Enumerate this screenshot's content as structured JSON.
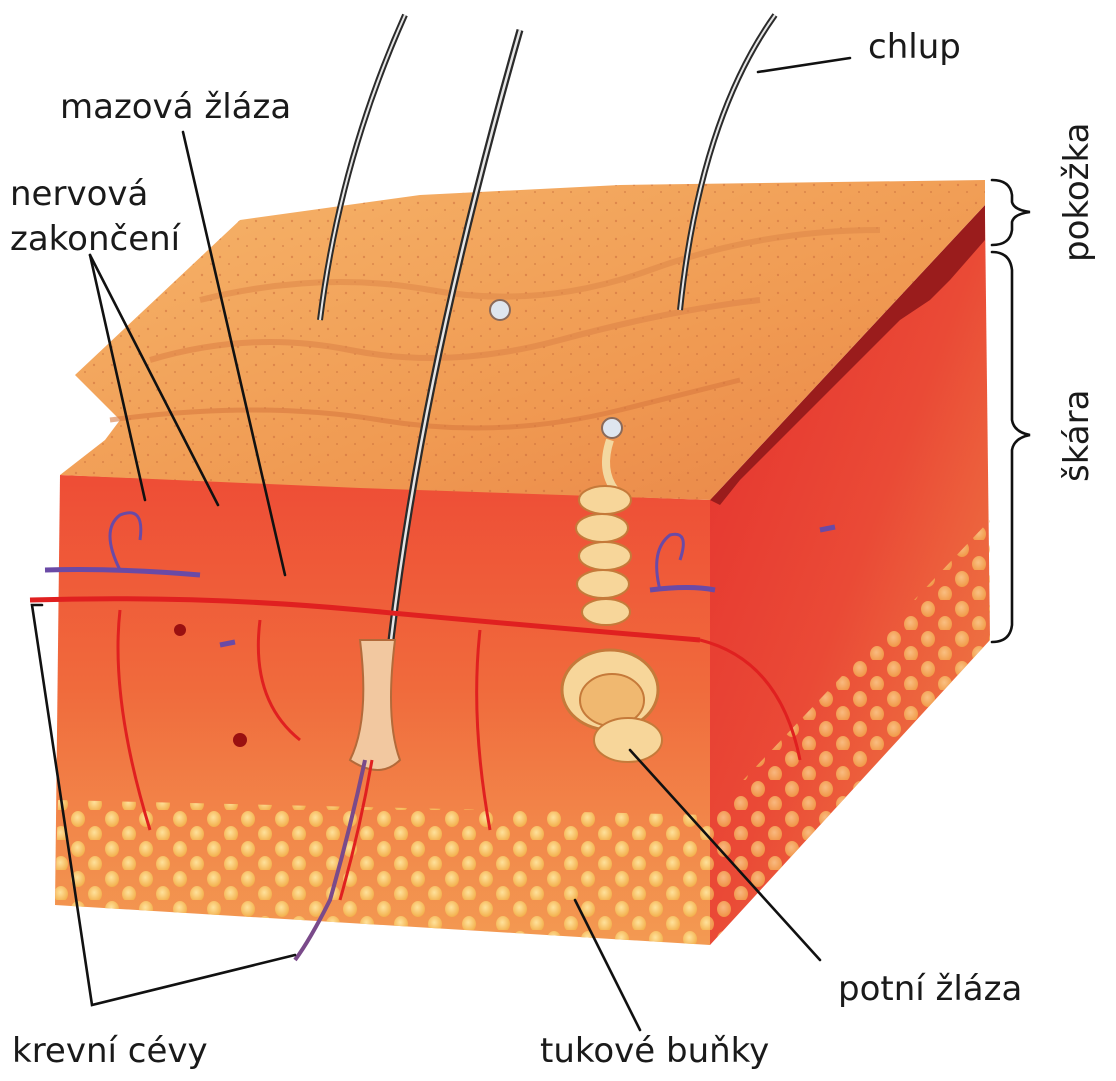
{
  "labels": {
    "hair": "chlup",
    "sebaceous_gland": "mazová žláza",
    "nerve_endings_line1": "nervová",
    "nerve_endings_line2": "zakončení",
    "epidermis": "pokožka",
    "dermis": "škára",
    "blood_vessels": "krevní cévy",
    "fat_cells": "tukové buňky",
    "sweat_gland": "potní žláza"
  },
  "colors": {
    "top_surface": "#f2a15a",
    "front_face": "#f06a3c",
    "side_face": "#e63a32",
    "epidermis_edge": "#9a1c1c",
    "fat_cells": "#f7c05a",
    "blood_vessel": "#e02020",
    "nerve": "#6a4aa6"
  }
}
